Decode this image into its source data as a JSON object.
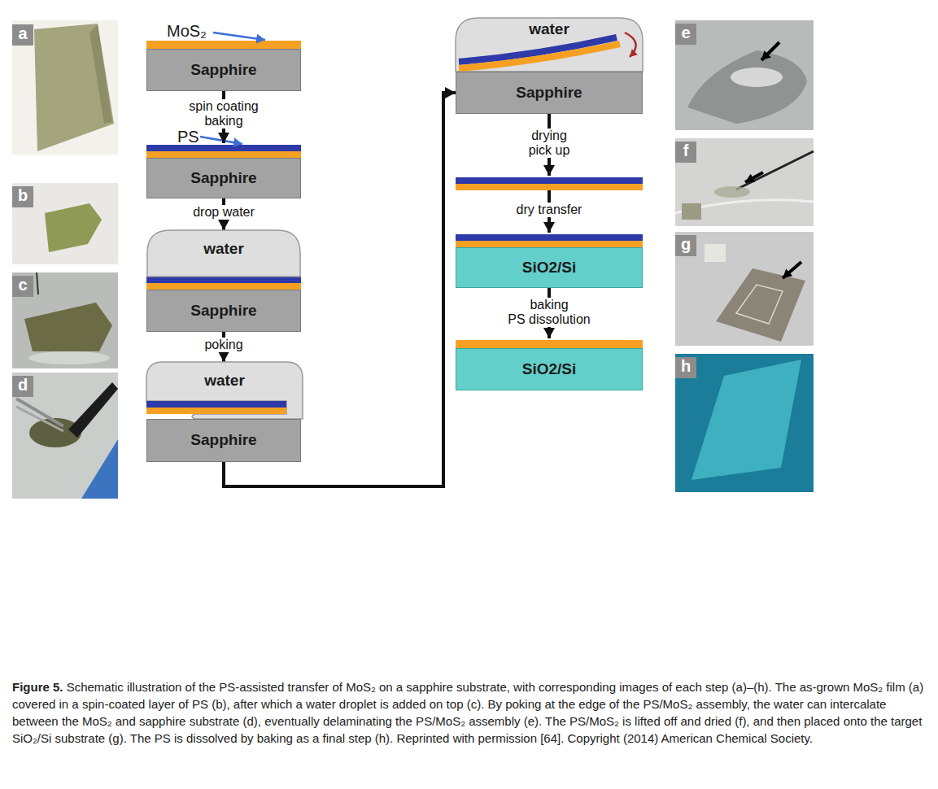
{
  "diagram": {
    "caption": "Figure 5. Schematic illustration of the PS-assisted transfer of MoS₂ on a sapphire substrate, with corresponding images of each step (a)–(h). The as-grown MoS₂ film (a) covered in a spin-coated layer of PS (b), after which a water droplet is added on top (c). By poking at the edge of the PS/MoS₂ assembly, the water can intercalate between the MoS₂ and sapphire substrate (d), eventually delaminating the PS/MoS₂ assembly (e). The PS/MoS₂ is lifted off and dried (f), and then placed onto the target SiO₂/Si substrate (g). The PS is dissolved by baking as a final step (h). Reprinted with permission [64]. Copyright (2014) American Chemical Society.",
    "nodes": [
      {
        "text": [
          "Sapphire"
        ]
      },
      {
        "text": [
          "Sapphire"
        ]
      },
      {
        "text": [
          "water"
        ]
      },
      {
        "text": [
          "Sapphire"
        ]
      },
      {
        "text": [
          "water"
        ]
      },
      {
        "text": [
          "Sapphire"
        ]
      },
      {
        "text": [
          "water"
        ]
      },
      {
        "text": [
          "Sapphire"
        ]
      },
      {
        "text": [
          "SiO2/Si"
        ]
      },
      {
        "text": [
          "SiO2/Si"
        ]
      }
    ],
    "edges": [
      {
        "from": 1,
        "to": 2,
        "label": "drop water",
        "arrow": "to"
      },
      {
        "from": 3,
        "to": 4,
        "label": "poking",
        "arrow": "to"
      },
      {
        "from": 5,
        "to": 7,
        "arrow": "to"
      }
    ],
    "labels": [
      "a",
      "b",
      "c",
      "d",
      "MoS₂",
      "spin coating baking",
      "PS",
      "e",
      "drying pick up",
      "dry transfer",
      "f",
      "baking PS dissolution",
      "g",
      "h"
    ]
  }
}
